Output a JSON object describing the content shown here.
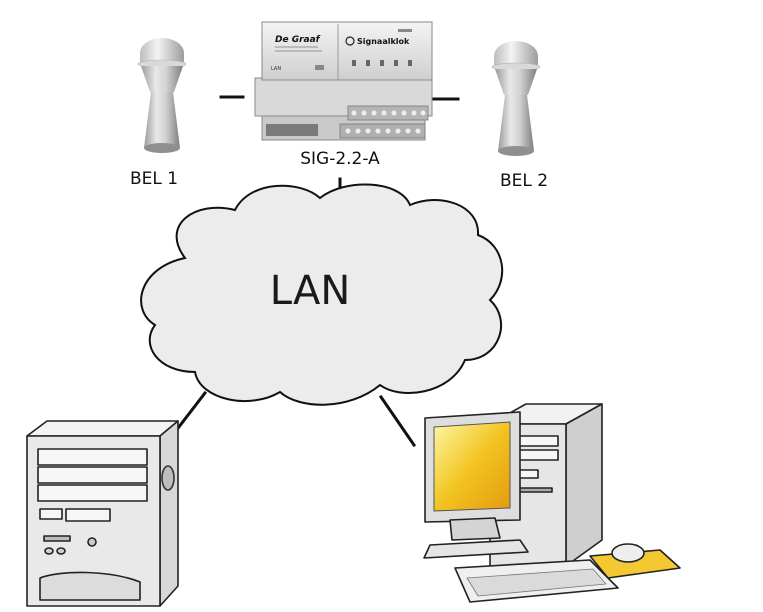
{
  "labels": {
    "bel1": "BEL 1",
    "bel2": "BEL 2",
    "device": "SIG-2.2-A",
    "network": "LAN"
  },
  "device_panel": {
    "brand": "De Graaf",
    "product": "Signaalklok",
    "port_label": "LAN"
  },
  "colors": {
    "cloud_fill": "#ececec",
    "line": "#111111",
    "screen": "#f2c420",
    "mousepad": "#f3c832",
    "case": "#e9e9ea"
  }
}
